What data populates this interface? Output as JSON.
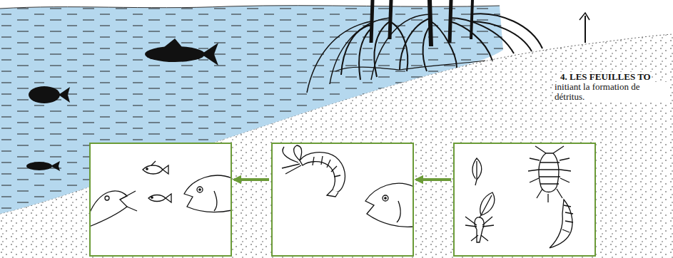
{
  "diagram": {
    "nodes": [
      {
        "text": []
      },
      {
        "text": []
      },
      {
        "text": []
      }
    ],
    "edges": [
      {
        "from": 1,
        "to": 0,
        "arrow": "to"
      },
      {
        "from": 2,
        "to": 1,
        "arrow": "to"
      }
    ],
    "labels": [
      "4. LES FEUILLES TO",
      "initiant la formation de détritus."
    ]
  }
}
